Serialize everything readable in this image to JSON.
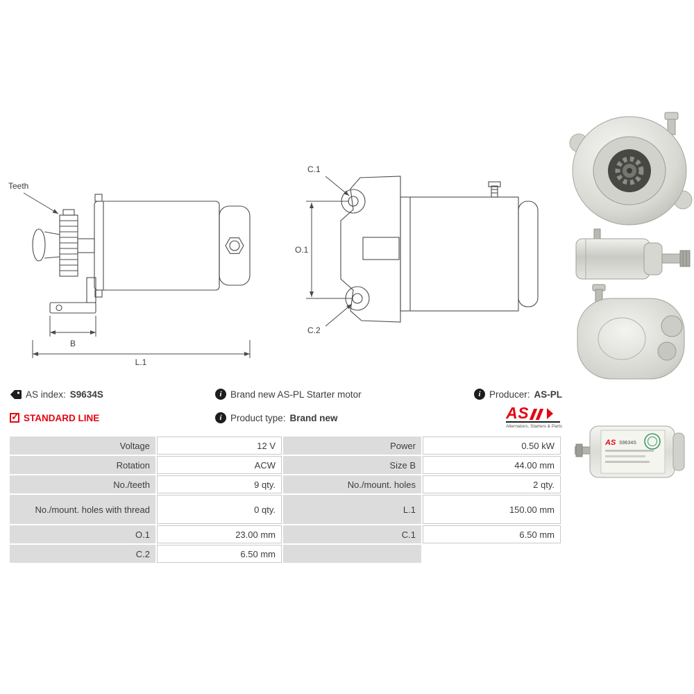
{
  "info": {
    "as_index_label": "AS index:",
    "as_index_value": "S9634S",
    "brand_new_text": "Brand new AS-PL Starter motor",
    "producer_label": "Producer:",
    "producer_value": "AS-PL",
    "standard_line_label": "STANDARD LINE",
    "product_type_label": "Product type:",
    "product_type_value": "Brand new"
  },
  "logo": {
    "name": "AS",
    "tagline": "Alternators, Starters & Parts",
    "brand_color": "#e30613"
  },
  "drawings": {
    "side_view": {
      "teeth_label": "Teeth",
      "dim_b": "B",
      "dim_l1": "L.1"
    },
    "front_view": {
      "dim_c1": "C.1",
      "dim_o1": "O.1",
      "dim_c2": "C.2"
    }
  },
  "photos": {
    "label_code": "S9634S"
  },
  "spec_table": {
    "rows": [
      {
        "label_left": "Voltage",
        "value_left": "12 V",
        "label_right": "Power",
        "value_right": "0.50 kW"
      },
      {
        "label_left": "Rotation",
        "value_left": "ACW",
        "label_right": "Size B",
        "value_right": "44.00 mm"
      },
      {
        "label_left": "No./teeth",
        "value_left": "9 qty.",
        "label_right": "No./mount. holes",
        "value_right": "2 qty."
      },
      {
        "label_left": "No./mount. holes with thread",
        "value_left": "0 qty.",
        "label_right": "L.1",
        "value_right": "150.00 mm"
      },
      {
        "label_left": "O.1",
        "value_left": "23.00 mm",
        "label_right": "C.1",
        "value_right": "6.50 mm"
      },
      {
        "label_left": "C.2",
        "value_left": "6.50 mm",
        "label_right": "",
        "value_right": ""
      }
    ]
  }
}
